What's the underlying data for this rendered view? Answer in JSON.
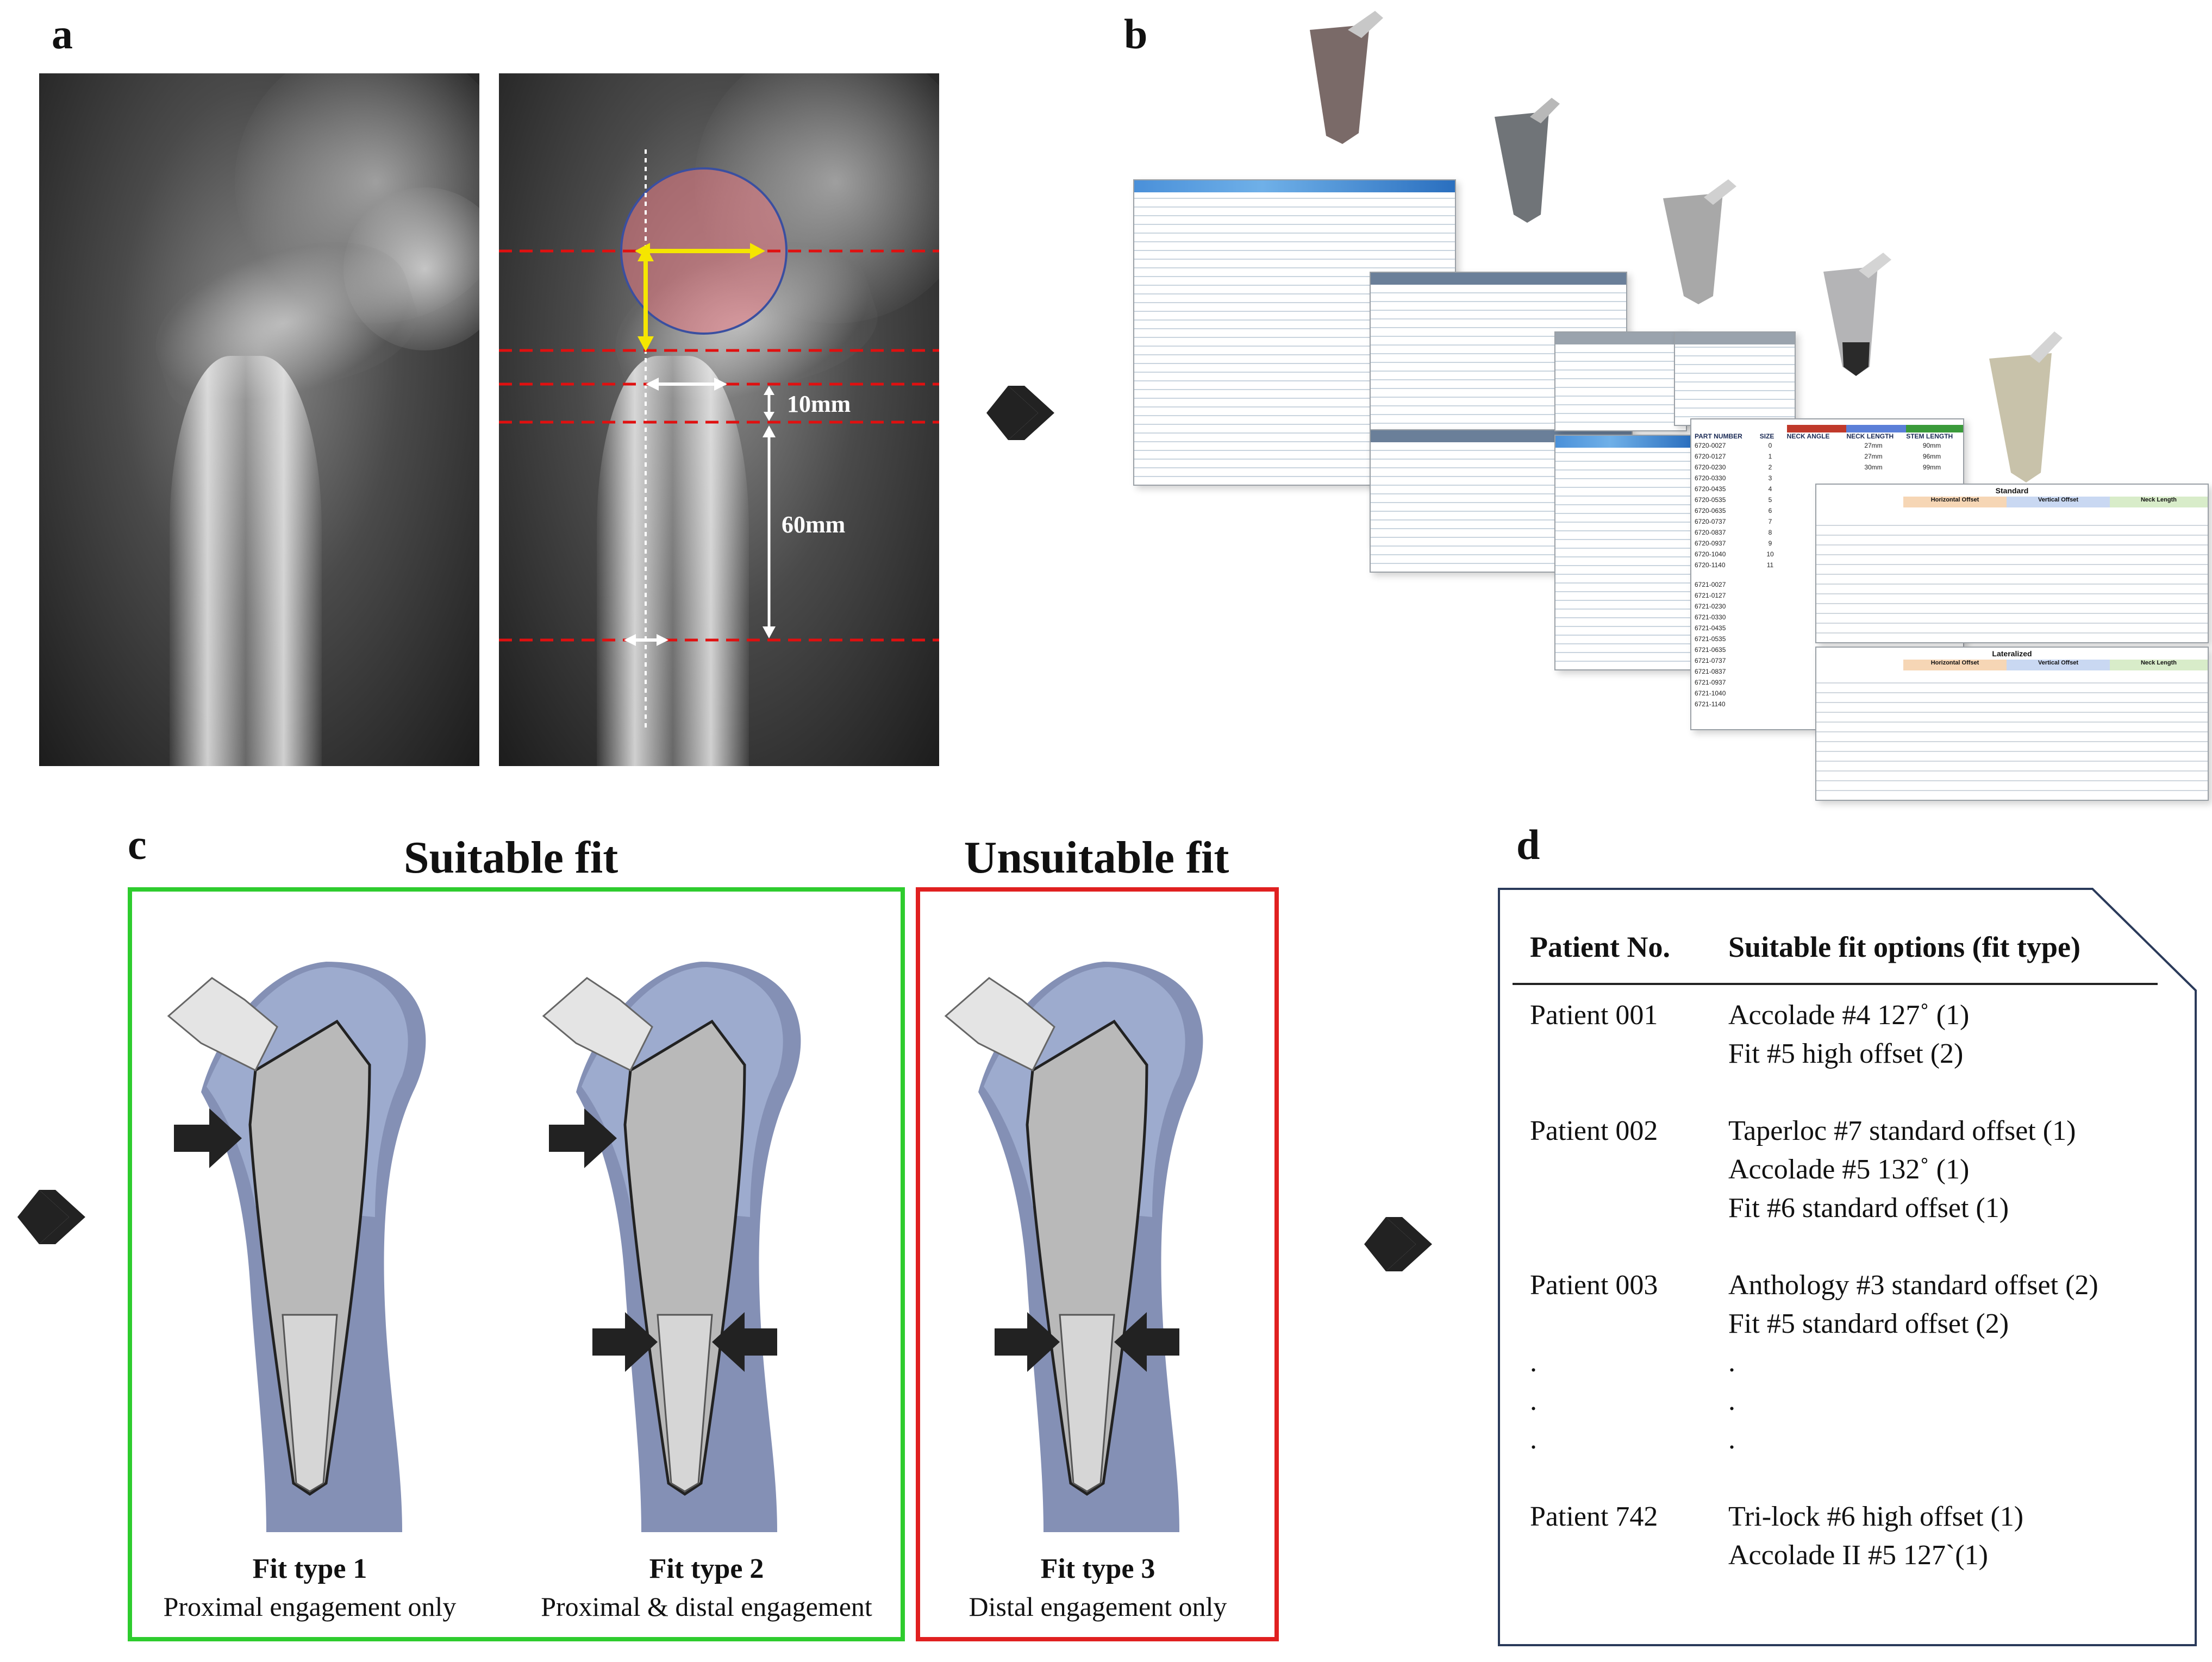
{
  "panels": {
    "a": "a",
    "b": "b",
    "c": "c",
    "d": "d"
  },
  "panel_a": {
    "measure_10": "10mm",
    "measure_60": "60mm"
  },
  "panel_b": {
    "table_headers": [
      "PART NUMBER",
      "SIZE",
      "NECK ANGLE",
      "NECK LENGTH",
      "STEM LENGTH"
    ],
    "part_numbers": [
      "6720-0027",
      "6720-0127",
      "6720-0230",
      "6720-0330",
      "6720-0435",
      "6720-0535",
      "6720-0635",
      "6720-0737",
      "6720-0837",
      "6720-0937",
      "6720-1040",
      "6720-1140"
    ],
    "sizes": [
      "0",
      "1",
      "2",
      "3",
      "4",
      "5",
      "6",
      "7",
      "8",
      "9",
      "10",
      "11"
    ],
    "neck_lengths": [
      "27mm",
      "27mm",
      "30mm"
    ],
    "stem_lengths": [
      "90mm",
      "96mm",
      "99mm"
    ],
    "lower_part_numbers": [
      "6721-0027",
      "6721-0127",
      "6721-0230",
      "6721-0330",
      "6721-0435",
      "6721-0535",
      "6721-0635",
      "6721-0737",
      "6721-0837",
      "6721-0937",
      "6721-1040",
      "6721-1140"
    ],
    "standard_title": "Standard",
    "lateralized_title": "Lateralized",
    "group_headers": [
      "Horizontal Offset",
      "Vertical Offset",
      "Neck Length"
    ]
  },
  "panel_c": {
    "suitable_title": "Suitable fit",
    "unsuitable_title": "Unsuitable fit",
    "fit_types": [
      {
        "label": "Fit type 1",
        "desc": "Proximal engagement only"
      },
      {
        "label": "Fit type 2",
        "desc": "Proximal & distal engagement"
      },
      {
        "label": "Fit type 3",
        "desc": "Distal engagement only"
      }
    ],
    "colors": {
      "suitable": "#2ecc2e",
      "unsuitable": "#e02020"
    }
  },
  "panel_d": {
    "col_patient": "Patient No.",
    "col_options": "Suitable fit options (fit type)",
    "rows": [
      {
        "patient": "Patient 001",
        "options": [
          "Accolade #4 127˚ (1)",
          "Fit #5 high offset (2)"
        ]
      },
      {
        "patient": "Patient 002",
        "options": [
          "Taperloc #7 standard offset (1)",
          "Accolade #5 132˚ (1)",
          "Fit #6 standard offset (1)"
        ]
      },
      {
        "patient": "Patient 003",
        "options": [
          "Anthology #3 standard offset (2)",
          "Fit #5 standard offset (2)"
        ]
      },
      {
        "patient": "Patient 742",
        "options": [
          "Tri-lock #6 high offset (1)",
          "Accolade II #5 127`(1)"
        ]
      }
    ],
    "ellipsis": "."
  },
  "arrow_icon": "right-arrow-icon"
}
